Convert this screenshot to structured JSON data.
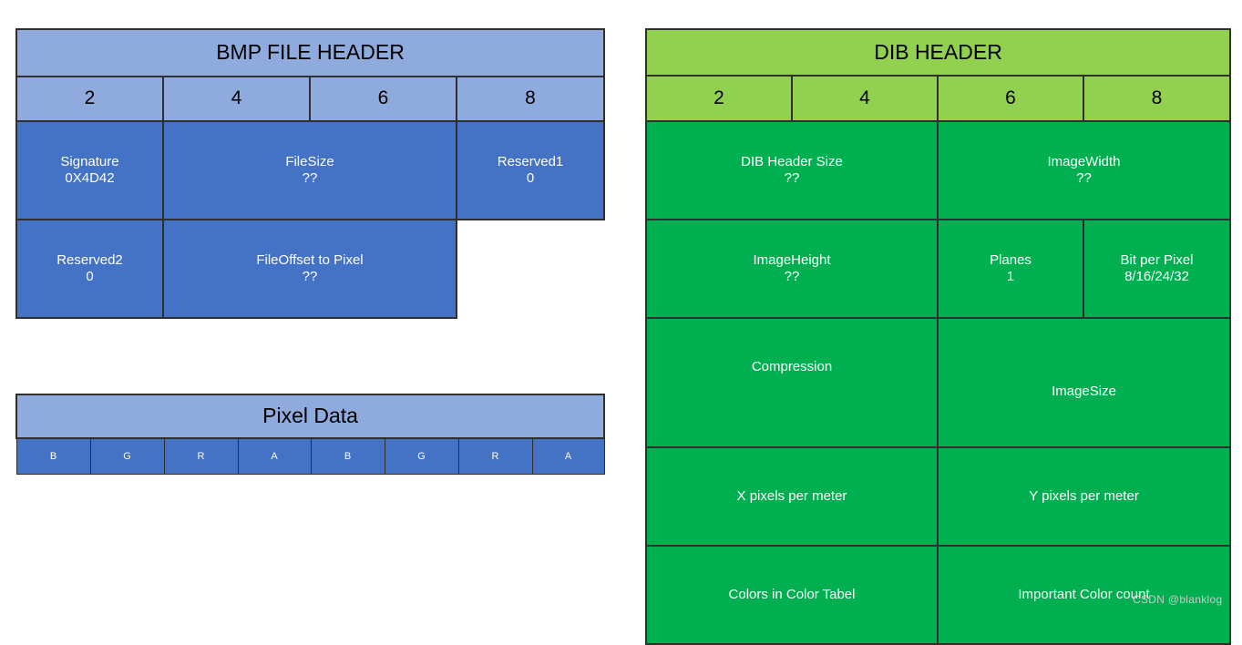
{
  "colors": {
    "blue_light": "#8FAADC",
    "blue_dark": "#4472C4",
    "green_light": "#92D050",
    "green_dark": "#00B050",
    "border": "#2F2F2F",
    "text_dark": "#000000",
    "text_light": "#FFFFFF",
    "watermark": "#C9C9C9"
  },
  "bmp_file_header": {
    "title": "BMP FILE HEADER",
    "offsets": [
      "2",
      "4",
      "6",
      "8"
    ],
    "rows": [
      [
        {
          "name": "Signature",
          "value": "0X4D42",
          "span": 1
        },
        {
          "name": "FileSize",
          "value": "??",
          "span": 2
        },
        {
          "name": "Reserved1",
          "value": "0",
          "span": 1
        }
      ],
      [
        {
          "name": "Reserved2",
          "value": "0",
          "span": 1
        },
        {
          "name": "FileOffset to Pixel",
          "value": "??",
          "span": 2
        },
        {
          "name": "",
          "value": "",
          "span": 1,
          "empty": true
        }
      ]
    ]
  },
  "pixel_data": {
    "title": "Pixel Data",
    "channels": [
      "B",
      "G",
      "R",
      "A",
      "B",
      "G",
      "R",
      "A"
    ]
  },
  "dib_header": {
    "title": "DIB HEADER",
    "offsets": [
      "2",
      "4",
      "6",
      "8"
    ],
    "rows": [
      [
        {
          "name": "DIB Header Size",
          "value": "??",
          "span": 2
        },
        {
          "name": "ImageWidth",
          "value": "??",
          "span": 2
        }
      ],
      [
        {
          "name": "ImageHeight",
          "value": "??",
          "span": 2
        },
        {
          "name": "Planes",
          "value": "1",
          "span": 1
        },
        {
          "name": "Bit per Pixel",
          "value": "8/16/24/32",
          "span": 1
        }
      ],
      [
        {
          "name": "Compression",
          "value": "",
          "span": 2,
          "align": "upper"
        },
        {
          "name": "ImageSize",
          "value": "",
          "span": 2,
          "align": "lower"
        }
      ],
      [
        {
          "name": "X pixels per meter",
          "value": "",
          "span": 2
        },
        {
          "name": "Y pixels per meter",
          "value": "",
          "span": 2
        }
      ],
      [
        {
          "name": "Colors in Color Tabel",
          "value": "",
          "span": 2
        },
        {
          "name": "Important Color count",
          "value": "",
          "span": 2
        }
      ]
    ]
  },
  "watermark": {
    "text": "CSDN @blanklog"
  }
}
